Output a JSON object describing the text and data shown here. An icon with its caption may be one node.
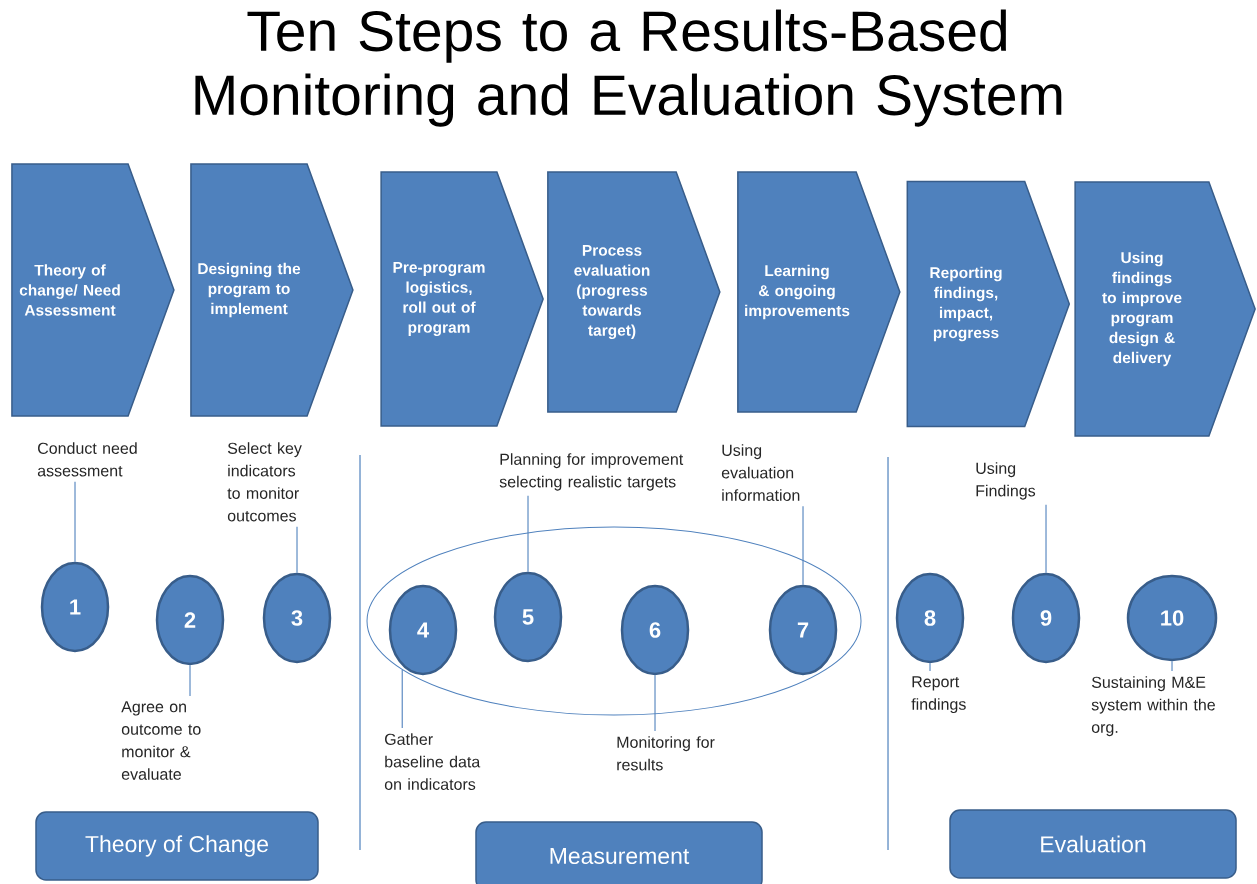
{
  "diagram": {
    "title": "Ten Steps to a Results-Based Monitoring and Evaluation System",
    "nodes": [
      {
        "text": [
          "Theory of change/ Need Assessment"
        ]
      },
      {
        "text": [
          "Designing the program to implement"
        ]
      },
      {
        "text": [
          "Pre-program logistics, roll out of program"
        ]
      },
      {
        "text": [
          "Process evaluation (progress towards target)"
        ]
      },
      {
        "text": [
          "Learning & ongoing improvements"
        ]
      },
      {
        "text": [
          "Reporting findings, impact, progress"
        ]
      },
      {
        "text": [
          "Using findings to improve program design & delivery"
        ]
      },
      {
        "text": [
          "Conduct need assessment"
        ]
      },
      {
        "text": [
          "Select key indicators to monitor outcomes"
        ]
      },
      {
        "text": [
          "1"
        ]
      },
      {
        "text": [
          "2"
        ]
      },
      {
        "text": [
          "3"
        ]
      },
      {
        "text": [
          "Agree on outcome to monitor & evaluate"
        ]
      },
      {
        "text": [
          "Planning for improvement selecting realistic targets"
        ]
      },
      {
        "text": [
          "Using evaluation information"
        ]
      },
      {
        "text": [],
        "shape": "ellipse"
      },
      {
        "text": [
          "4"
        ],
        "in": 15
      },
      {
        "text": [
          "5"
        ],
        "in": 15
      },
      {
        "text": [
          "6"
        ],
        "in": 15
      },
      {
        "text": [
          "7"
        ],
        "in": 15
      },
      {
        "text": [
          "Gather baseline data on indicators"
        ]
      },
      {
        "text": [
          "Monitoring for results"
        ]
      },
      {
        "text": [
          "Using Findings"
        ]
      },
      {
        "text": [
          "8"
        ]
      },
      {
        "text": [
          "9"
        ]
      },
      {
        "text": [
          "10"
        ]
      },
      {
        "text": [
          "Report findings"
        ]
      },
      {
        "text": [
          "Sustaining M&E system within the org."
        ]
      },
      {
        "text": [
          "Theory of Change"
        ]
      },
      {
        "text": [
          "Measurement"
        ]
      },
      {
        "text": [
          "Evaluation"
        ]
      }
    ],
    "edges": [
      {
        "from": 7,
        "to": 9,
        "arrow": "none"
      },
      {
        "from": 8,
        "to": 11,
        "arrow": "none"
      },
      {
        "from": 12,
        "to": 10,
        "arrow": "none"
      },
      {
        "from": 13,
        "to": 17,
        "arrow": "none"
      },
      {
        "from": 14,
        "to": 19,
        "arrow": "none"
      },
      {
        "from": 20,
        "to": 15,
        "arrow": "none"
      },
      {
        "from": 21,
        "to": 18,
        "arrow": "none"
      },
      {
        "from": 22,
        "to": 24,
        "arrow": "none"
      },
      {
        "from": 26,
        "to": 23,
        "arrow": "none"
      },
      {
        "from": 27,
        "to": 25,
        "arrow": "none"
      }
    ]
  }
}
